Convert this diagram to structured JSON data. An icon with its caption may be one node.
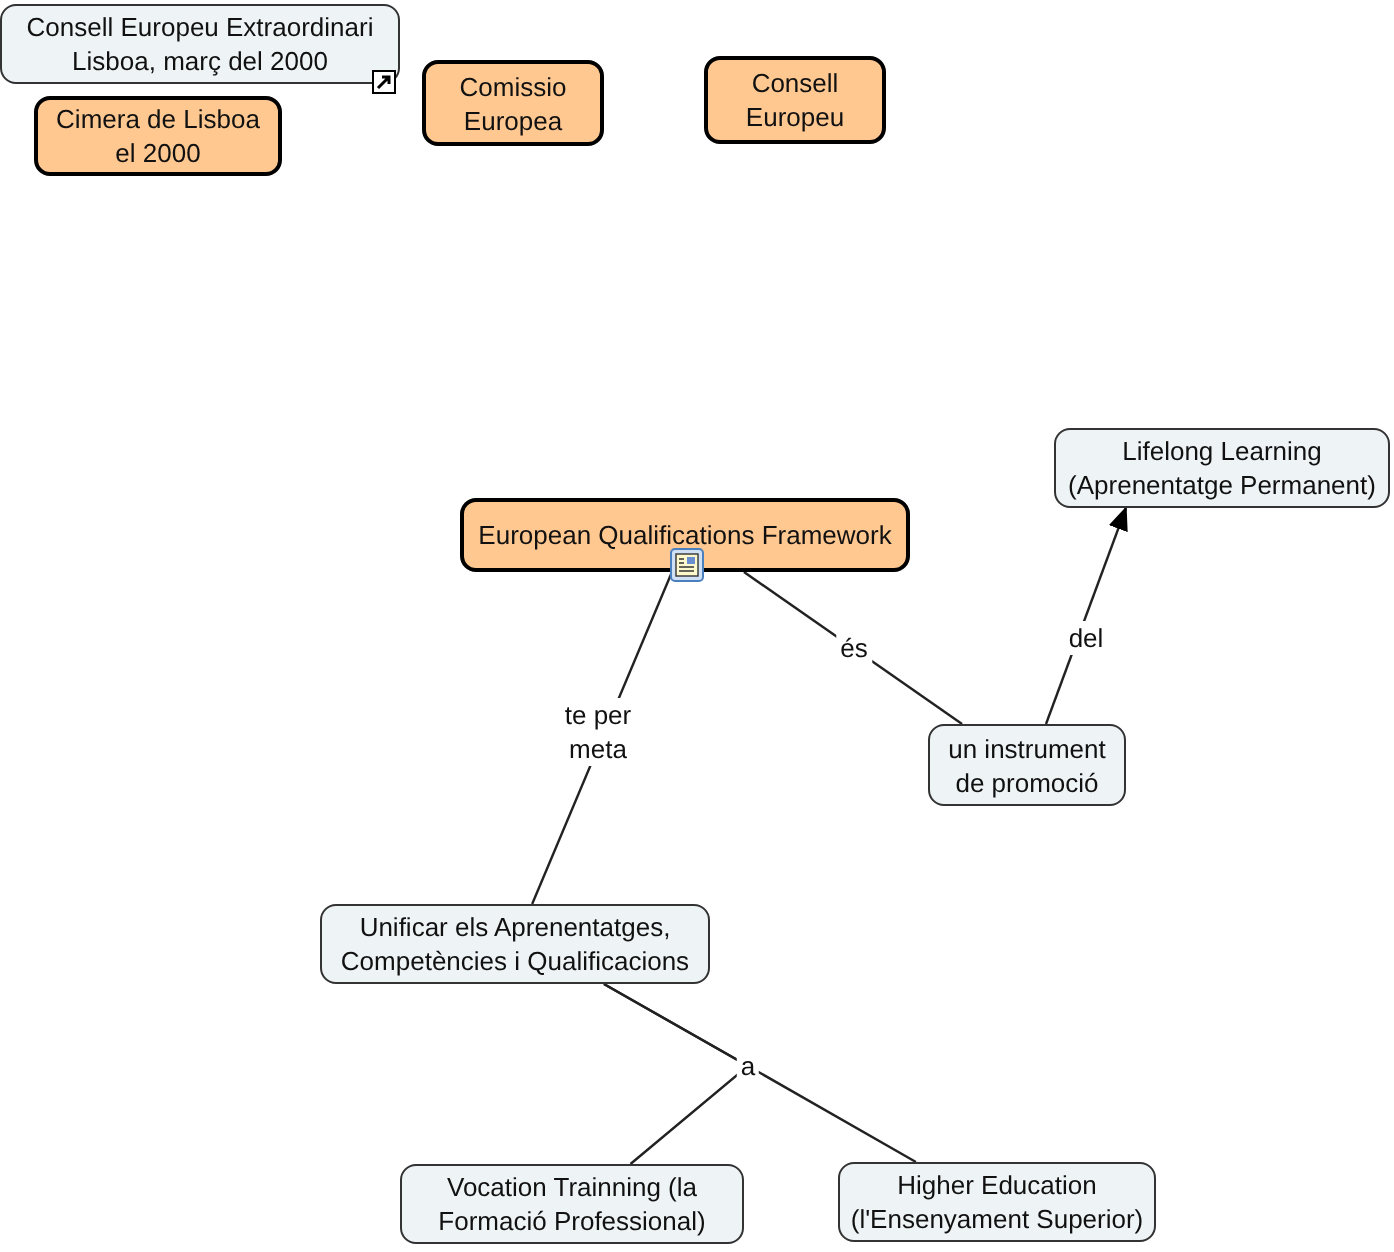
{
  "diagram": {
    "nodes": [
      {
        "text": [
          "Cimera de Lisboa el 2000"
        ]
      },
      {
        "text": [
          "Consell Europeu Extraordinari Lisboa, març del 2000"
        ]
      },
      {
        "text": [
          "Comissio Europea"
        ]
      },
      {
        "text": [
          "Consell Europeu"
        ]
      },
      {
        "text": [
          "European Qualifications Framework"
        ]
      },
      {
        "text": [
          "Lifelong Learning (Aprenentatge Permanent)"
        ]
      },
      {
        "text": [
          "un instrument de promoció"
        ]
      },
      {
        "text": [
          "Unificar els Aprenentatges, Competències i Qualificacions"
        ]
      },
      {
        "text": [
          "Vocation Trainning (la Formació Professional)"
        ]
      },
      {
        "text": [
          "Higher Education (l'Ensenyament Superior)"
        ]
      }
    ],
    "edges": [
      {
        "from": 4,
        "to": 6,
        "arrow": "none",
        "label": "és"
      },
      {
        "from": 6,
        "to": 5,
        "arrow": "to",
        "label": "del"
      },
      {
        "from": 4,
        "to": 7,
        "arrow": "none",
        "label": "te per meta"
      },
      {
        "from": 7,
        "to": 8,
        "arrow": "none",
        "label": "a"
      },
      {
        "from": 7,
        "to": 9,
        "arrow": "none"
      }
    ]
  }
}
